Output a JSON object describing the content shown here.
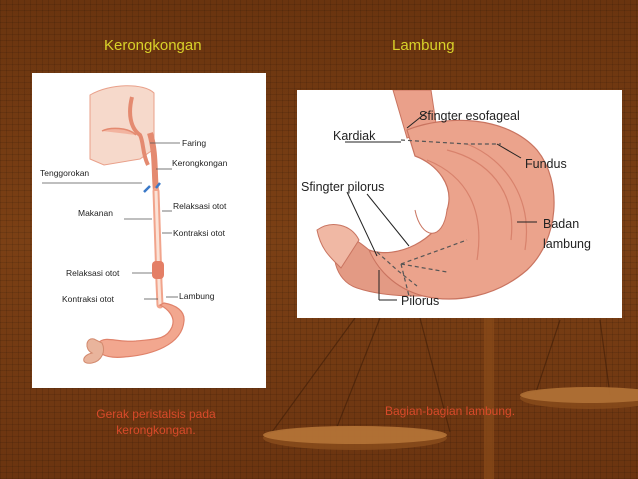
{
  "headings": {
    "left": "Kerongkongan",
    "right": "Lambung"
  },
  "esophagus_figure": {
    "labels": {
      "faring": "Faring",
      "kerongkongan": "Kerongkongan",
      "tenggorokan": "Tenggorokan",
      "makanan": "Makanan",
      "relaksasi_otot_1": "Relaksasi otot",
      "kontraksi_otot_1": "Kontraksi otot",
      "relaksasi_otot_2": "Relaksasi otot",
      "kontraksi_otot_2": "Kontraksi otot",
      "lambung": "Lambung"
    }
  },
  "stomach_figure": {
    "labels": {
      "sfingter_esofageal": "Sfingter esofageal",
      "kardiak": "Kardiak",
      "fundus": "Fundus",
      "sfingter_pilorus": "Sfingter pilorus",
      "badan": "Badan",
      "lambung": "lambung",
      "pilorus": "Pilorus"
    }
  },
  "captions": {
    "left_line1": "Gerak peristalsis pada",
    "left_line2": "kerongkongan.",
    "right": "Bagian-bagian lambung."
  },
  "colors": {
    "heading": "#d8d22a",
    "caption": "#d84a2a",
    "background": "#6f3a12"
  }
}
